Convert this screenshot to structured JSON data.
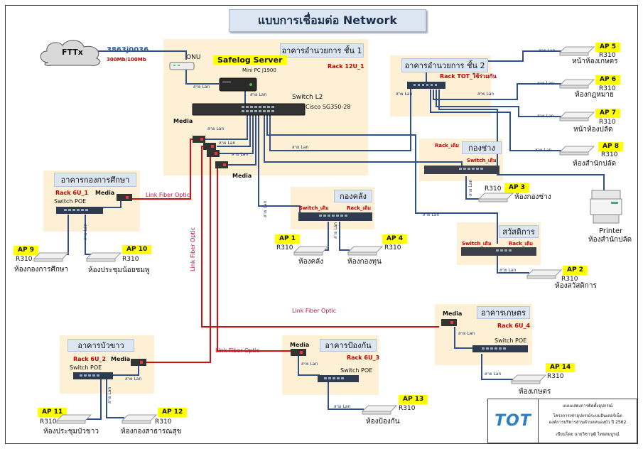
{
  "title": "แบบการเชื่อมต่อ Network",
  "internet": {
    "cloud_label": "FTTx",
    "circuit_id": "3863j0036",
    "speed": "300Mb/100Mb",
    "onu_label": "ONU"
  },
  "main_building": {
    "name": "อาคารอำนวยการ ชั้น 1",
    "server_label": "Safelog Server",
    "server_model": "Mini PC J1900",
    "rack": "Rack 12U_1",
    "switch_label": "Switch L2",
    "switch_model": "Cisco SG350-28",
    "media_top": "Media",
    "media_bottom": "Media"
  },
  "building2": {
    "name": "อาคารอำนวยการ ชั้น 2",
    "rack": "Rack TOT_ใช้ร่วมกัน"
  },
  "education": {
    "name": "อาคารกองการศึกษา",
    "rack": "Rack 6U_1",
    "media": "Media",
    "switch": "Switch POE"
  },
  "engineering": {
    "name": "กองช่าง",
    "rack": "Rack_เดิม",
    "switch": "Switch_เดิม"
  },
  "warehouse": {
    "name": "กองคลัง",
    "switch": "Switch_เดิม",
    "rack": "Rack_เดิม"
  },
  "welfare": {
    "name": "สวัสดิการ",
    "switch": "Switch_เดิม",
    "rack": "Rack_เดิม"
  },
  "buabao": {
    "name": "อาคารบัวขาว",
    "rack": "Rack 6U_2",
    "media": "Media",
    "switch": "Switch POE"
  },
  "defense": {
    "name": "อาคารป้องกัน",
    "rack": "Rack 6U_3",
    "media": "Media",
    "switch": "Switch POE"
  },
  "agriculture": {
    "name": "อาคารเกษตร",
    "rack": "Rack 6U_4",
    "media": "Media",
    "switch": "Switch POE"
  },
  "cable_lan": "สาย Lan",
  "fiber_label": "Link Fiber Optic",
  "ap_model": "R310",
  "aps": [
    {
      "id": "AP 1",
      "room": "ห้องคลัง"
    },
    {
      "id": "AP 2",
      "room": "ห้องสวัสดิการ"
    },
    {
      "id": "AP 3",
      "room": "ห้องกองช่าง"
    },
    {
      "id": "AP 4",
      "room": "ห้องกองทุน"
    },
    {
      "id": "AP 5",
      "room": "หน้าห้องเกษตร"
    },
    {
      "id": "AP 6",
      "room": "ห้องกฎหมาย"
    },
    {
      "id": "AP 7",
      "room": "หน้าห้องปลัด"
    },
    {
      "id": "AP 8",
      "room": "ห้องสำนักปลัด"
    },
    {
      "id": "AP 9",
      "room": "ห้องกองการศึกษา"
    },
    {
      "id": "AP 10",
      "room": "ห้องประชุมน้อยชมพู"
    },
    {
      "id": "AP 11",
      "room": "ห้องประชุมบัวขาว"
    },
    {
      "id": "AP 12",
      "room": "ห้องกองสาธารณสุข"
    },
    {
      "id": "AP 13",
      "room": "ห้องป้องกัน"
    },
    {
      "id": "AP 14",
      "room": "ห้องเกษตร"
    }
  ],
  "printer": {
    "label": "Printer",
    "room": "ห้องสำนักปลัด"
  },
  "legend": {
    "logo": "TOT",
    "line1": "แบบแสดงการติดตั้งอุปกรณ์",
    "line2": "โครงการเช่าอุปกรณ์ระบบอินเตอร์เน็ต",
    "line3": "องค์การบริหารส่วนตำบลหนองบัว ปี 2562",
    "line4": "เขียนโดย นายวิชาวุฒิ ไทยสมบูรณ์"
  },
  "colors": {
    "lan": "#2f4f8f",
    "fiber": "#d01010",
    "zone": "#fdf0d5",
    "header": "#dce6f2",
    "badge": "#ffff00"
  }
}
